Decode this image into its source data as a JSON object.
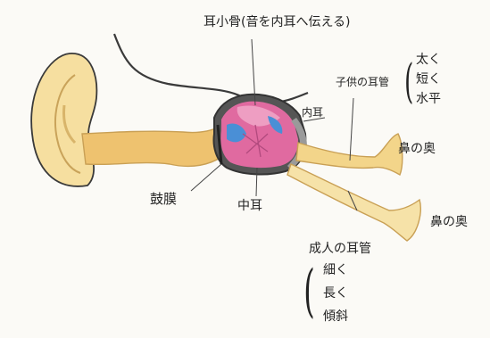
{
  "labels": {
    "ossicles": "耳小骨(音を内耳へ伝える)",
    "inner_ear": "内耳",
    "child_tube": "子供の耳管",
    "child_traits": [
      "太く",
      "短く",
      "水平"
    ],
    "nose_back_1": "鼻の奥",
    "nose_back_2": "鼻の奥",
    "eardrum": "鼓膜",
    "middle_ear": "中耳",
    "adult_tube": "成人の耳管",
    "adult_traits": [
      "細く",
      "長く",
      "傾斜"
    ]
  },
  "colors": {
    "background": "#fbfaf6",
    "outline": "#3a3a3a",
    "skin": "#f6dfa0",
    "canal": "#eec26f",
    "middle_ear_pink": "#e06aa0",
    "middle_ear_light": "#ee9ec2",
    "blue": "#4a8fd6",
    "inner_ear_gray": "#9a9a9a",
    "leader": "#444444"
  }
}
